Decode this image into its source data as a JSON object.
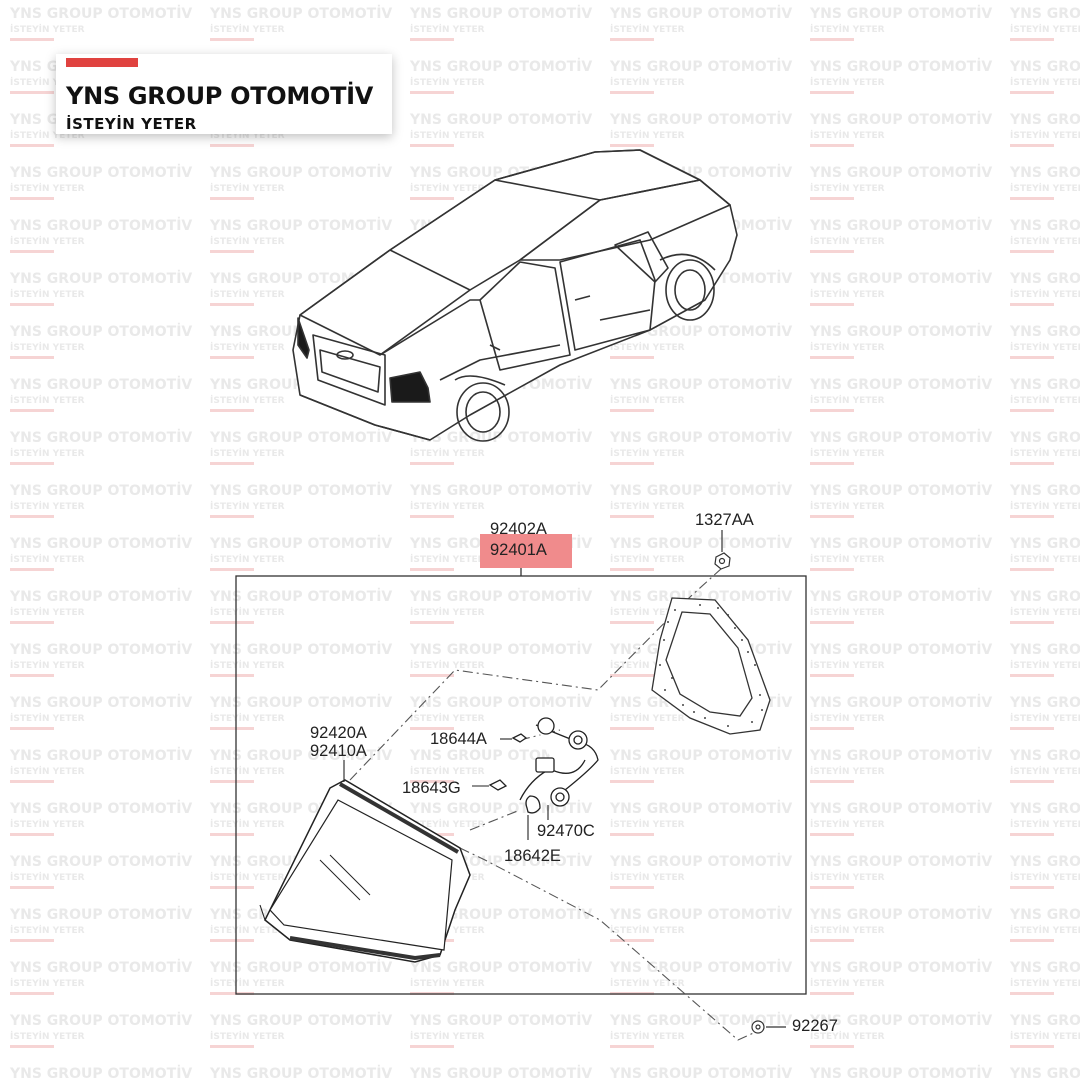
{
  "brand": {
    "name": "YNS GROUP OTOMOTİV",
    "slogan": "İSTEYİN YETER",
    "accent_color": "#e0423f"
  },
  "watermark": {
    "name": "YNS GROUP OTOMOTİV",
    "slogan": "İSTEYİN YETER",
    "color": "#e9e9e9"
  },
  "parts": {
    "p92402A": "92402A",
    "p92401A": "92401A",
    "p1327AA": "1327AA",
    "p92420A": "92420A",
    "p92410A": "92410A",
    "p18644A": "18644A",
    "p18643G": "18643G",
    "p92470C": "92470C",
    "p18642E": "18642E",
    "p92267": "92267"
  },
  "highlight": {
    "part": "92401A",
    "color": "#f08b8c"
  }
}
